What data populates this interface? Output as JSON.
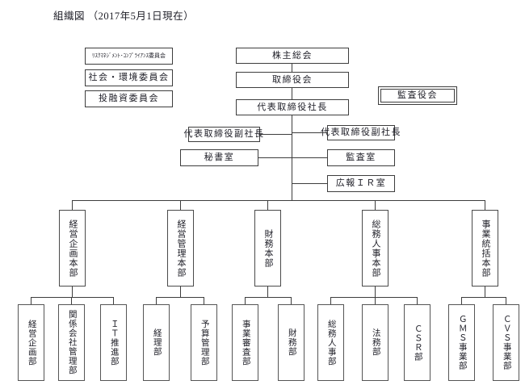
{
  "title": "組織図 （2017年5月1日現在）",
  "colors": {
    "ink": "#1d1d26",
    "line": "#3d3d3d"
  },
  "top": {
    "committee_risk": "ﾘｽｸﾏﾈｼﾞﾒﾝﾄ･ｺﾝﾌﾟﾗｲｱﾝｽ委員会",
    "committee_social": "社会・環境委員会",
    "committee_investment": "投融資委員会",
    "shareholders": "株主総会",
    "board": "取締役会",
    "president": "代表取締役社長",
    "audit_board": "監査役会"
  },
  "middle": {
    "evp_left": "代表取締役副社長",
    "evp_right": "代表取締役副社長",
    "secretary": "秘書室",
    "audit_office": "監査室",
    "pr_ir": "広報ＩＲ室"
  },
  "divisions": [
    {
      "hq": "経営企画本部",
      "depts": [
        "経営企画部",
        "関係会社管理部",
        "ＩＴ推進部"
      ]
    },
    {
      "hq": "経営管理本部",
      "depts": [
        "経理部",
        "予算管理部"
      ]
    },
    {
      "hq": "財務本部",
      "depts": [
        "事業審査部",
        "財務部"
      ]
    },
    {
      "hq": "総務人事本部",
      "depts": [
        "総務人事部",
        "法務部",
        "ＣＳＲ部"
      ]
    },
    {
      "hq": "事業統括本部",
      "depts": [
        "ＧＭＳ事業部",
        "ＣＶＳ事業部"
      ]
    }
  ]
}
